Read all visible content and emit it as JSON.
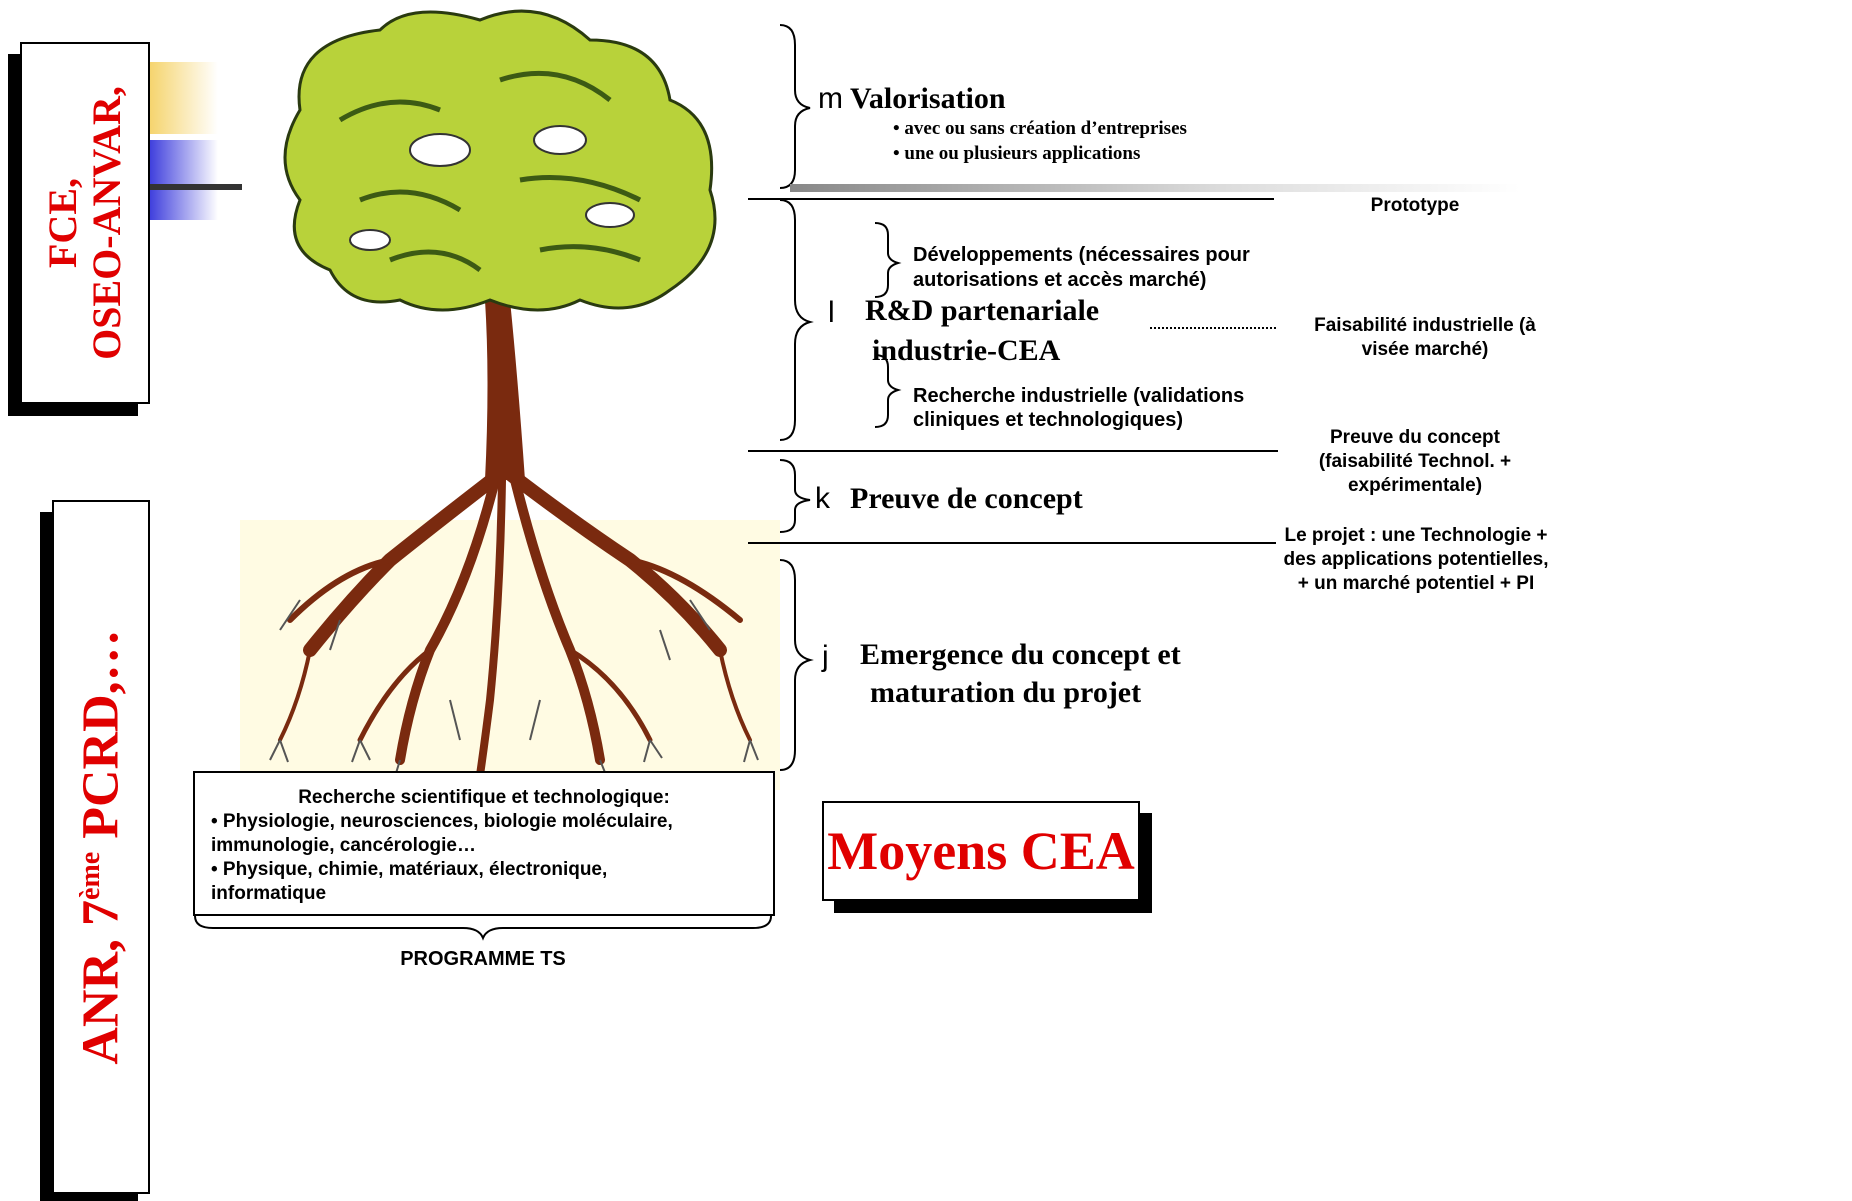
{
  "funders": {
    "top_line1": "FCE,",
    "top_line2": "OSEO-ANVAR,",
    "bottom_prefix": "ANR, 7",
    "bottom_sup": "ème",
    "bottom_suffix": " PCRD,…"
  },
  "stages": {
    "valorisation": {
      "bullet": "m",
      "title": "Valorisation",
      "items": [
        "• avec ou sans création d’entreprises",
        "• une ou plusieurs applications"
      ]
    },
    "rd": {
      "bullet": "l",
      "title_line1": "R&D partenariale",
      "title_line2": "industrie-CEA",
      "dev_line1": "Développements (nécessaires pour",
      "dev_line2": "autorisations et accès marché)",
      "rech_line1": "Recherche industrielle (validations",
      "rech_line2": "cliniques et technologiques)"
    },
    "preuve": {
      "bullet": "k",
      "title": "Preuve de concept"
    },
    "emergence": {
      "bullet": "j",
      "title_line1": "Emergence du concept  et",
      "title_line2": "maturation du projet"
    }
  },
  "milestones": {
    "prototype": "Prototype",
    "faisabilite_line1": "Faisabilité industrielle (à",
    "faisabilite_line2": "visée marché)",
    "preuve_line1": "Preuve du concept",
    "preuve_line2": "(faisabilité Technol.  +",
    "preuve_line3": "expérimentale)",
    "projet_line1": "Le projet : une Technologie +",
    "projet_line2": "des applications potentielles,",
    "projet_line3": "+ un marché potentiel + PI"
  },
  "research_box": {
    "title": "Recherche scientifique et technologique:",
    "line1": "• Physiologie, neurosciences, biologie moléculaire,",
    "line2": "immunologie, cancérologie…",
    "line3": "• Physique, chimie, matériaux, électronique,",
    "line4": "informatique"
  },
  "programme_label": "PROGRAMME TS",
  "moyens_label": "Moyens CEA",
  "colors": {
    "red": "#e00000",
    "leaf": "#b8d23a",
    "trunk": "#7a2a0f",
    "root_bg": "#fff8d0"
  }
}
